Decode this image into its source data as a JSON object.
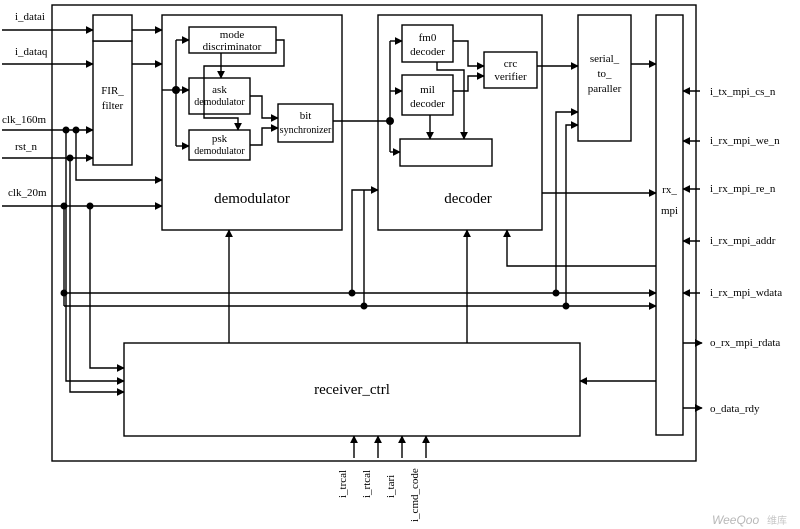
{
  "inputs": {
    "i_datai": "i_datai",
    "i_dataq": "i_dataq",
    "clk_160m": "clk_160m",
    "rst_n": "rst_n",
    "clk_20m": "clk_20m"
  },
  "blocks": {
    "fir_line1": "FIR_",
    "fir_line2": "filter",
    "mode_line1": "mode",
    "mode_line2": "discriminator",
    "ask_line1": "ask",
    "ask_line2": "demodulator",
    "psk_line1": "psk",
    "psk_line2": "demodulator",
    "bitsync_line1": "bit",
    "bitsync_line2": "synchronizer",
    "demodulator": "demodulator",
    "fm0_line1": "fm0",
    "fm0_line2": "decoder",
    "mil_line1": "mil",
    "mil_line2": "decoder",
    "crc_line1": "crc",
    "crc_line2": "verifier",
    "decoder": "decoder",
    "s2p_line1": "serial_",
    "s2p_line2": "to_",
    "s2p_line3": "paraller",
    "rxmpi_line1": "rx_",
    "rxmpi_line2": "mpi",
    "receiver_ctrl": "receiver_ctrl"
  },
  "right_pins": {
    "i_tx_mpi_cs_n": "i_tx_mpi_cs_n",
    "i_rx_mpi_we_n": "i_rx_mpi_we_n",
    "i_rx_mpi_re_n": "i_rx_mpi_re_n",
    "i_rx_mpi_addr": "i_rx_mpi_addr",
    "i_rx_mpi_wdata": "i_rx_mpi_wdata",
    "o_rx_mpi_rdata": "o_rx_mpi_rdata",
    "o_data_rdy": "o_data_rdy"
  },
  "bottom_pins": {
    "i_trcal": "i_trcal",
    "i_rtcal": "i_rtcal",
    "i_tari": "i_tari",
    "i_cmd_code": "i_cmd_code"
  },
  "watermark": {
    "logo": "WeeQoo",
    "cn": "维库"
  }
}
